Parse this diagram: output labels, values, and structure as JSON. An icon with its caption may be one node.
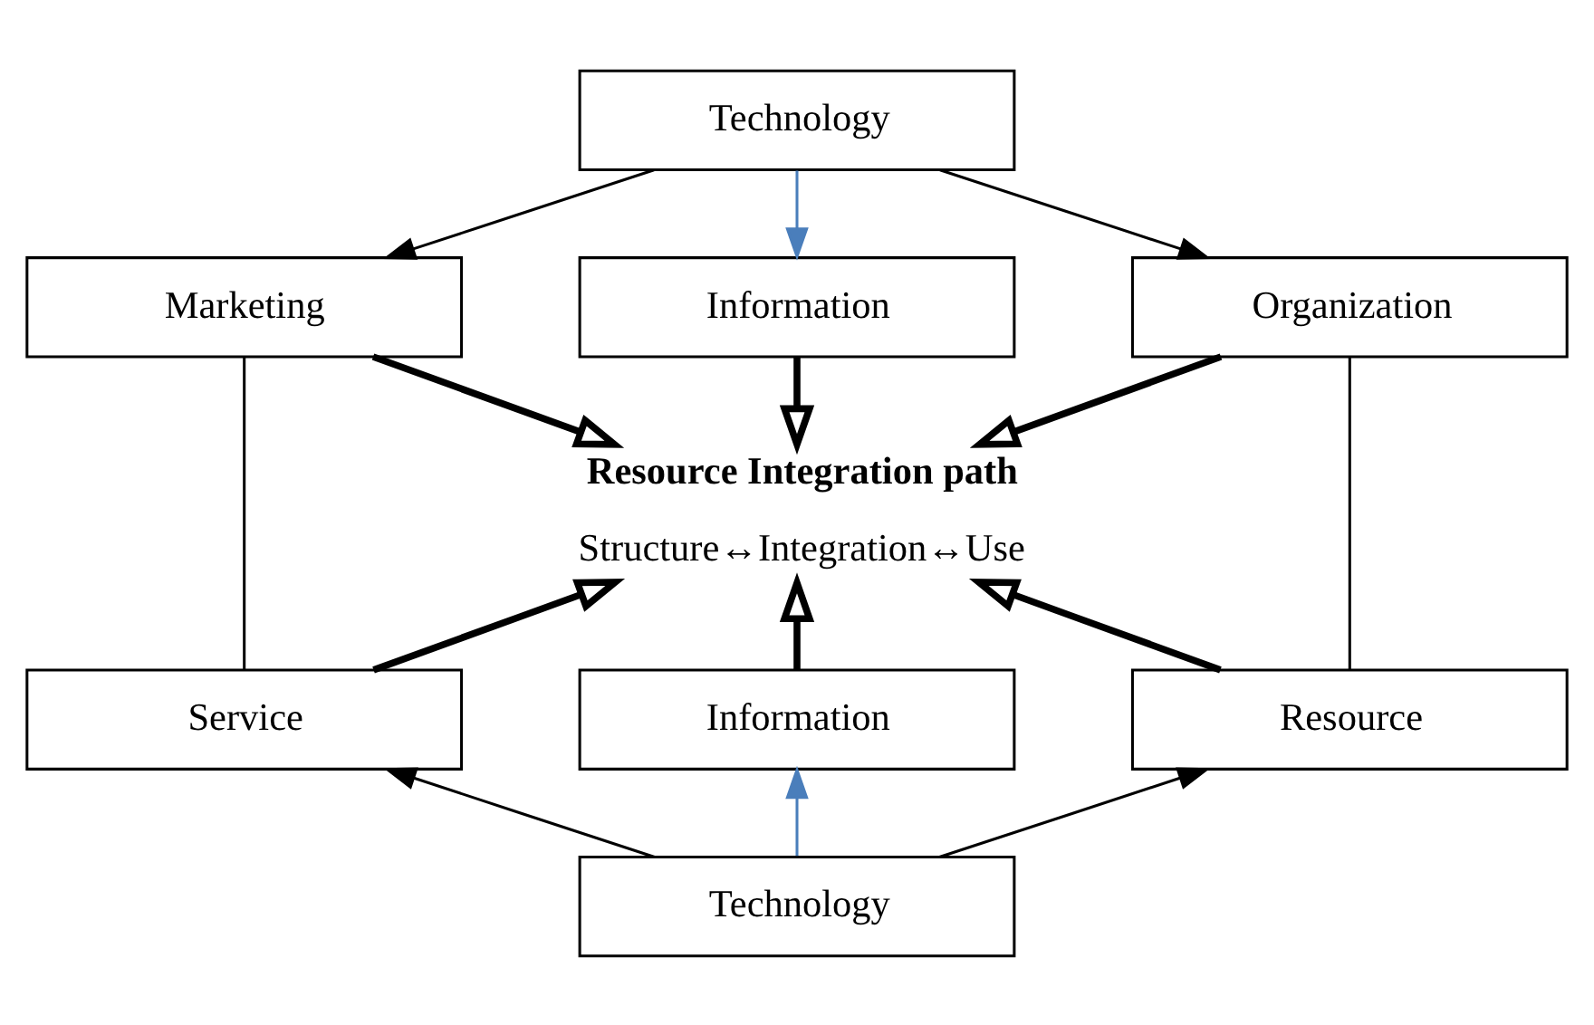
{
  "diagram": {
    "nodes": [
      {
        "text": [
          "Technology"
        ]
      },
      {
        "text": [
          "Information"
        ]
      },
      {
        "text": [
          "Marketing"
        ]
      },
      {
        "text": [
          "Organization"
        ]
      },
      {
        "text": [
          "Resource Integration path",
          "Structure↔Integration↔Use"
        ]
      },
      {
        "text": [
          "Service"
        ]
      },
      {
        "text": [
          "Resource"
        ]
      },
      {
        "text": [
          "Information"
        ]
      },
      {
        "text": [
          "Technology"
        ]
      }
    ],
    "edges": [
      {
        "from": 0,
        "to": 1,
        "arrow": "to",
        "color": "#4a7ebb"
      },
      {
        "from": 0,
        "to": 2,
        "arrow": "to"
      },
      {
        "from": 0,
        "to": 3,
        "arrow": "to"
      },
      {
        "from": 1,
        "to": 4,
        "arrow": "to",
        "style": "thick"
      },
      {
        "from": 2,
        "to": 4,
        "arrow": "to",
        "style": "thick"
      },
      {
        "from": 3,
        "to": 4,
        "arrow": "to",
        "style": "thick"
      },
      {
        "from": 2,
        "to": 5,
        "arrow": "none"
      },
      {
        "from": 3,
        "to": 6,
        "arrow": "none"
      },
      {
        "from": 5,
        "to": 4,
        "arrow": "to",
        "style": "thick"
      },
      {
        "from": 6,
        "to": 4,
        "arrow": "to",
        "style": "thick"
      },
      {
        "from": 7,
        "to": 4,
        "arrow": "to",
        "style": "thick"
      },
      {
        "from": 8,
        "to": 7,
        "arrow": "to",
        "color": "#4a7ebb"
      },
      {
        "from": 8,
        "to": 5,
        "arrow": "to"
      },
      {
        "from": 8,
        "to": 6,
        "arrow": "to"
      }
    ]
  }
}
